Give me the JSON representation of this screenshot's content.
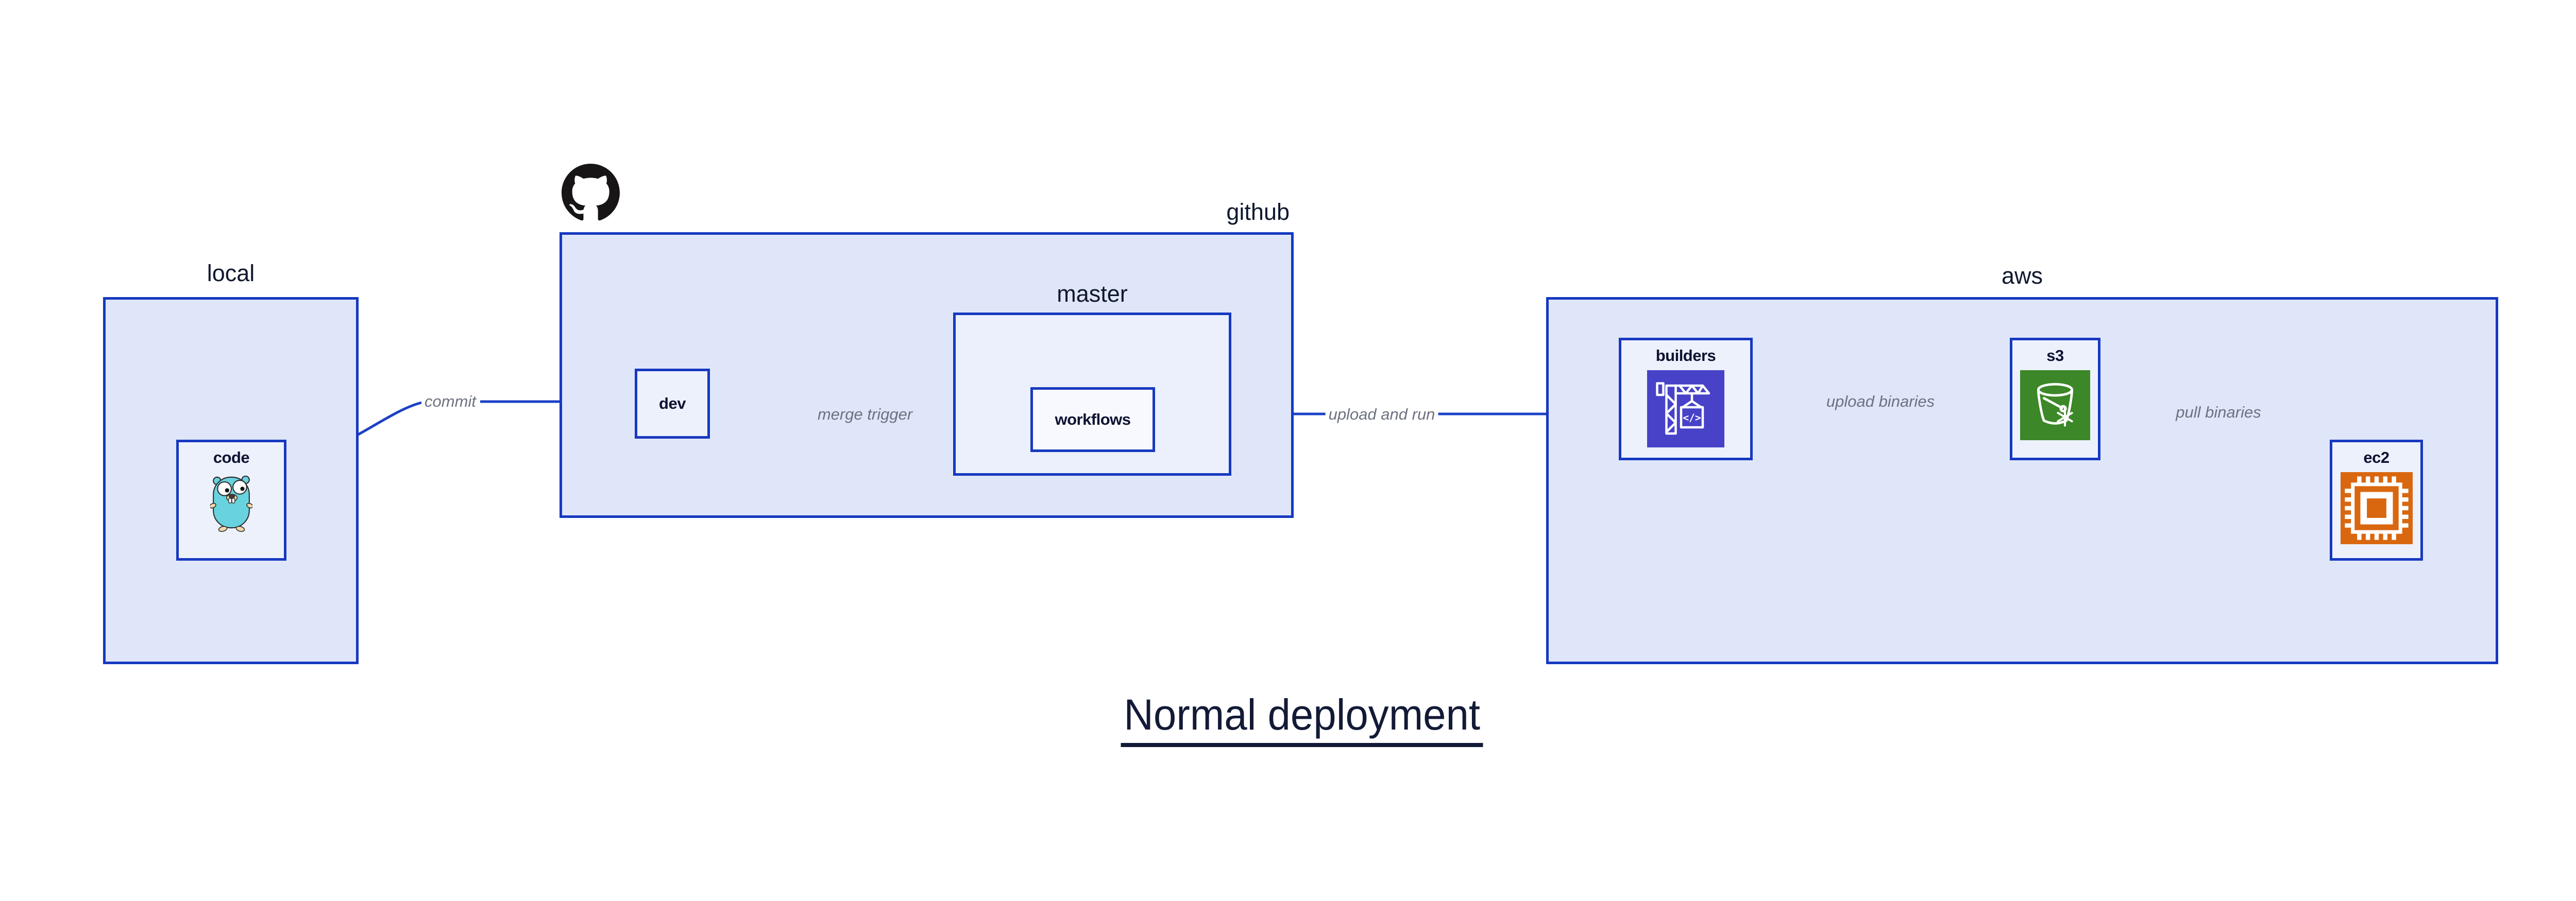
{
  "diagram": {
    "title": "Normal deployment",
    "groups": {
      "local": {
        "label": "local"
      },
      "github": {
        "label": "github",
        "logo_icon": "github-octocat-icon"
      },
      "master": {
        "label": "master"
      },
      "aws": {
        "label": "aws"
      }
    },
    "nodes": {
      "code": {
        "label": "code",
        "icon": "go-gopher-icon"
      },
      "dev": {
        "label": "dev"
      },
      "workflows": {
        "label": "workflows"
      },
      "builders": {
        "label": "builders",
        "icon": "aws-codebuild-icon"
      },
      "s3": {
        "label": "s3",
        "icon": "aws-s3-bucket-icon"
      },
      "ec2": {
        "label": "ec2",
        "icon": "aws-ec2-chip-icon"
      }
    },
    "edges": {
      "commit": {
        "label": "commit",
        "from": "code",
        "to": "dev"
      },
      "merge_trigger": {
        "label": "merge trigger",
        "from": "dev",
        "to": "workflows"
      },
      "upload_and_run": {
        "label": "upload and run",
        "from": "workflows",
        "to": "builders"
      },
      "upload_binaries": {
        "label": "upload binaries",
        "from": "builders",
        "to": "s3"
      },
      "pull_binaries": {
        "label": "pull binaries",
        "from": "s3",
        "to": "ec2"
      }
    },
    "colors": {
      "background": "#ffffff",
      "container_fill": "#e0e6f9",
      "nested_container_fill": "#ecf0fc",
      "node_fill": "#edf1fc",
      "inner_node_fill": "#f7f9fe",
      "border_blue": "#1639c0",
      "edge_blue": "#1b41c6",
      "edge_label_gray": "#6d7280",
      "label_navy": "#0d1331",
      "codebuild_purple": "#4742c8",
      "s3_green": "#3c8727",
      "ec2_orange": "#d9670f",
      "gopher_teal": "#68d3de",
      "octocat_black": "#171515"
    }
  }
}
